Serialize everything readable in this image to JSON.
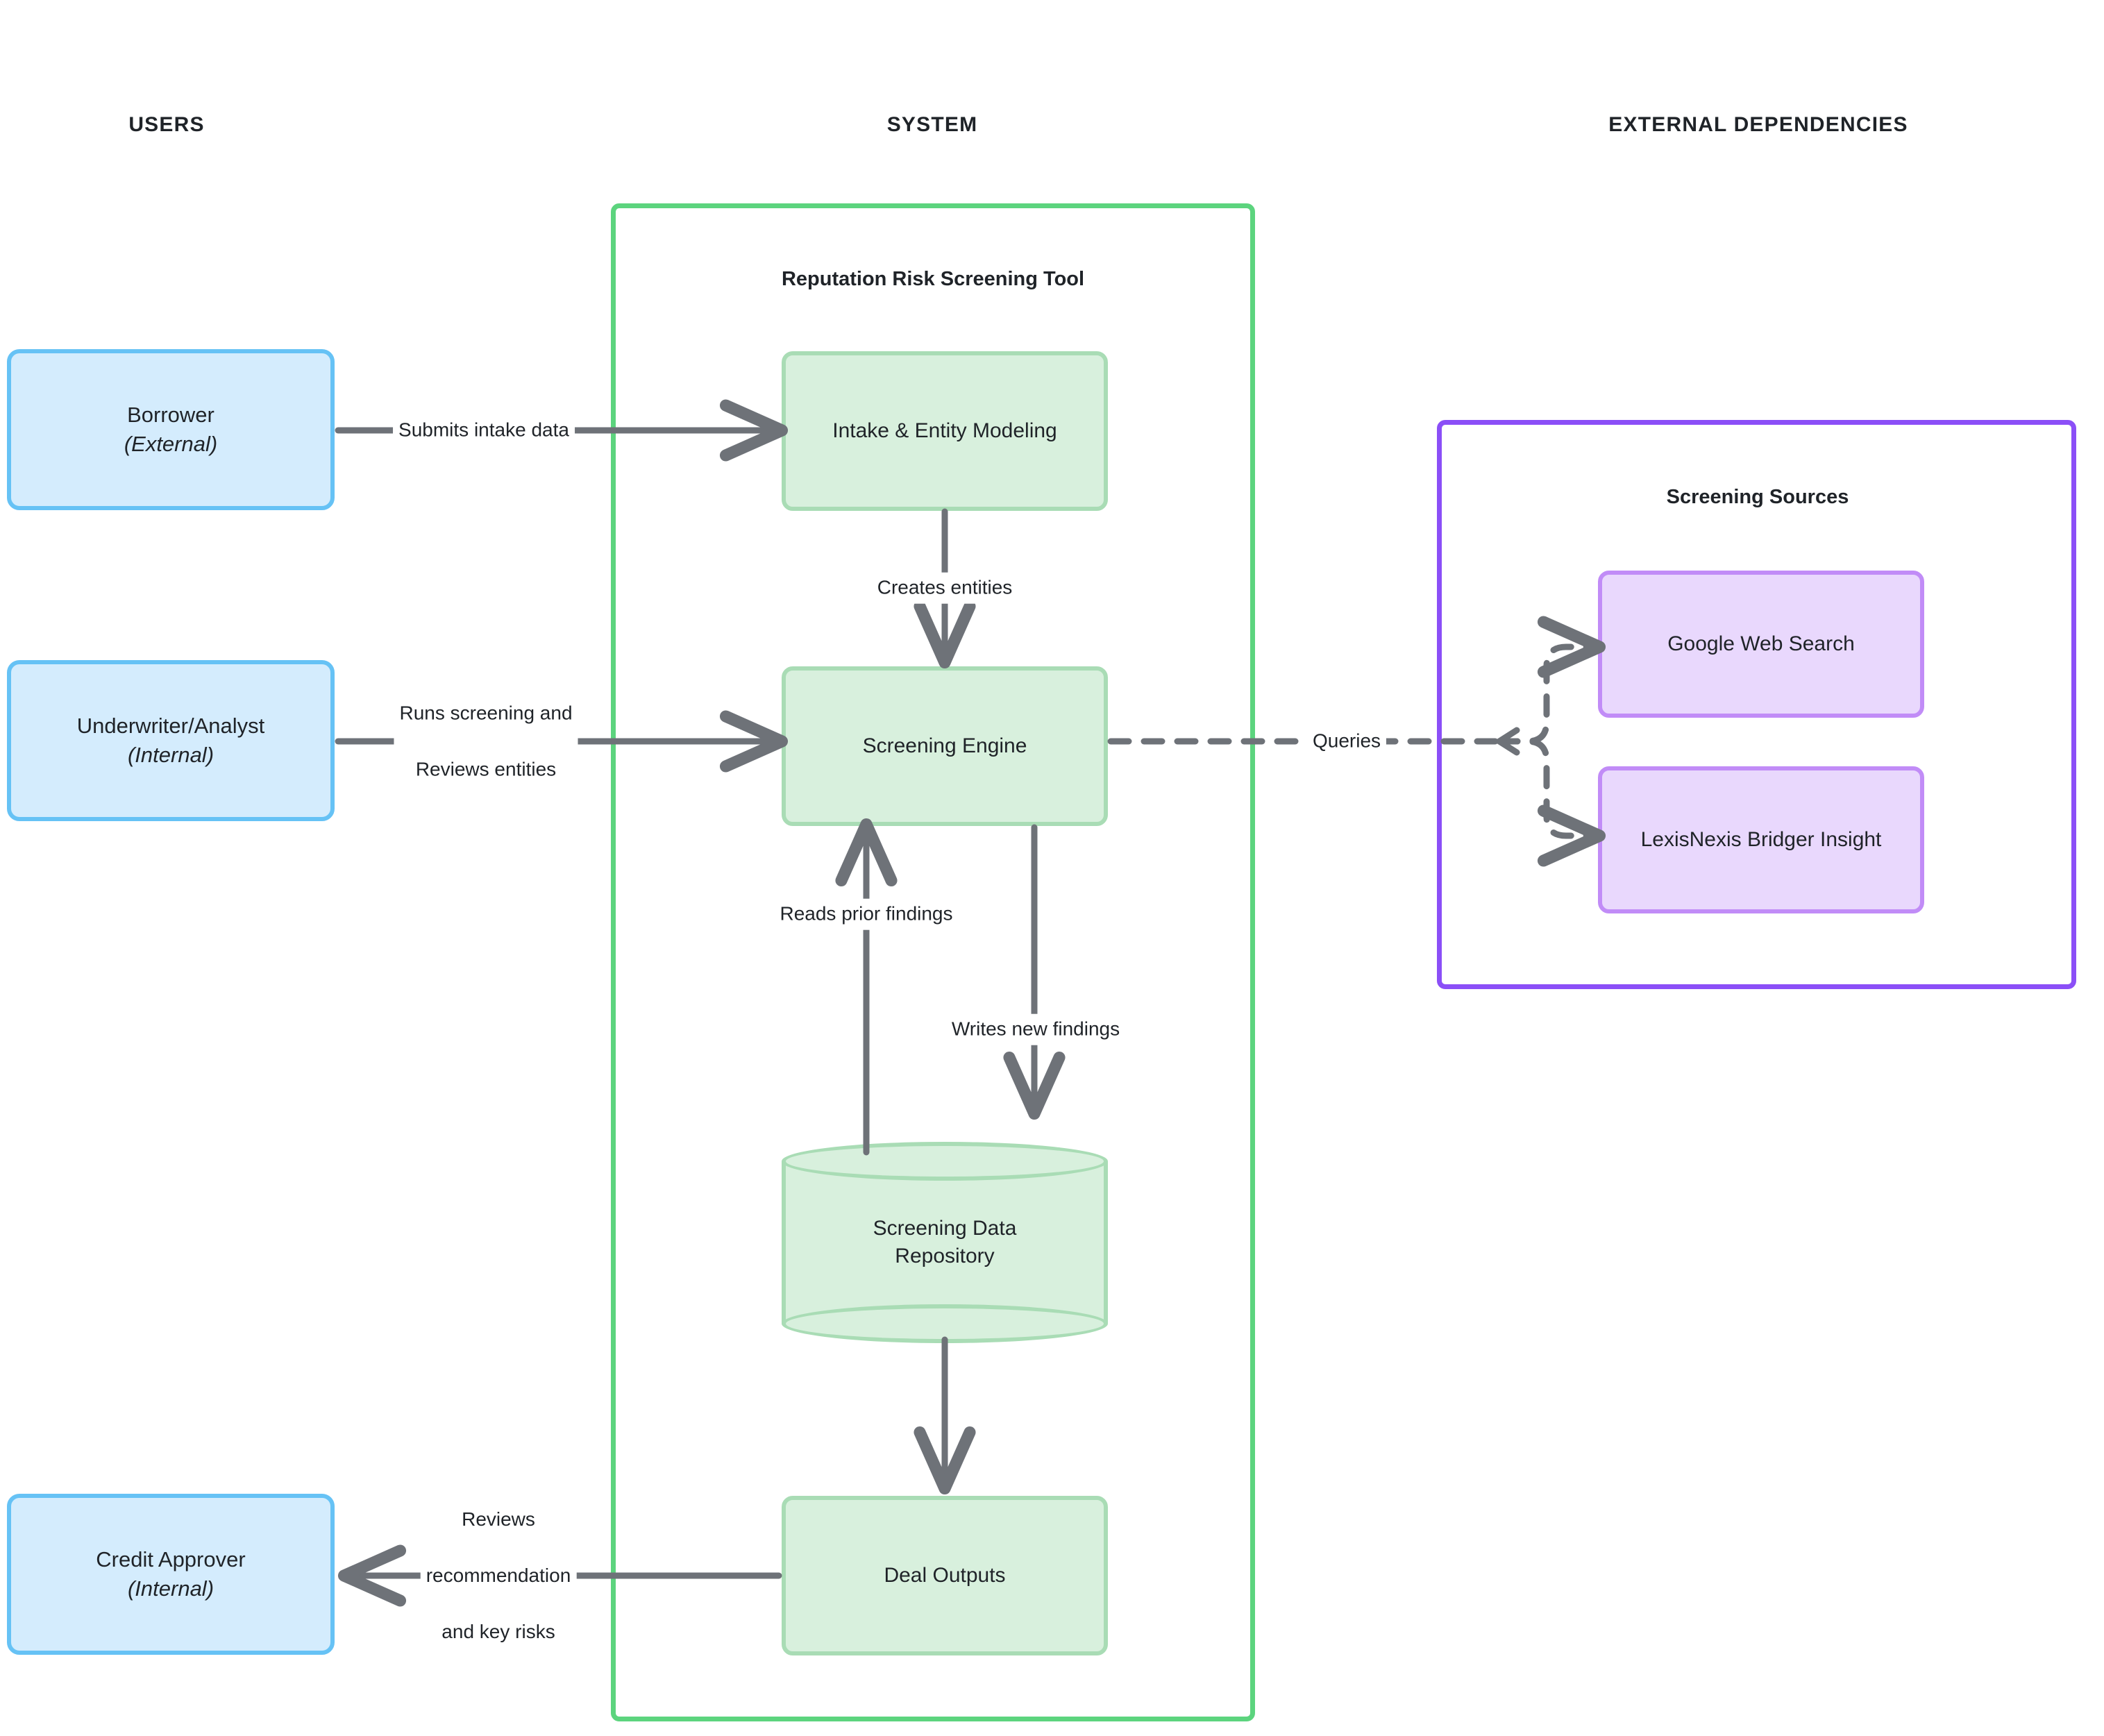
{
  "columns": [
    {
      "id": "users",
      "label": "USERS"
    },
    {
      "id": "system",
      "label": "SYSTEM"
    },
    {
      "id": "external",
      "label": "EXTERNAL DEPENDENCIES"
    }
  ],
  "actors": [
    {
      "id": "borrower",
      "name": "Borrower",
      "scope": "(External)"
    },
    {
      "id": "underwriter",
      "name": "Underwriter/Analyst",
      "scope": "(Internal)"
    },
    {
      "id": "credit-approver",
      "name": "Credit Approver",
      "scope": "(Internal)"
    }
  ],
  "system_group": {
    "title": "Reputation Risk Screening Tool",
    "border_color": "#5cd47e",
    "nodes": [
      {
        "id": "intake",
        "label": "Intake & Entity Modeling",
        "shape": "rect"
      },
      {
        "id": "screening-engine",
        "label": "Screening Engine",
        "shape": "rect"
      },
      {
        "id": "screening-data-repository",
        "label": "Screening Data\nRepository",
        "line1": "Screening Data",
        "line2": "Repository",
        "shape": "cylinder"
      },
      {
        "id": "deal-outputs",
        "label": "Deal Outputs",
        "shape": "rect"
      }
    ]
  },
  "external_group": {
    "title": "Screening Sources",
    "border_color": "#8b4ff7",
    "nodes": [
      {
        "id": "google-web-search",
        "label": "Google Web Search"
      },
      {
        "id": "lexisnexis-bridger-insight",
        "label": "LexisNexis Bridger Insight"
      }
    ]
  },
  "edges": [
    {
      "id": "submits-intake-data",
      "label": "Submits intake data",
      "from": "borrower",
      "to": "intake",
      "style": "solid"
    },
    {
      "id": "runs-screening",
      "label_line1": "Runs screening and",
      "label_line2": "Reviews entities",
      "from": "underwriter",
      "to": "screening-engine",
      "style": "solid"
    },
    {
      "id": "creates-entities",
      "label": "Creates entities",
      "from": "intake",
      "to": "screening-engine",
      "style": "solid"
    },
    {
      "id": "queries",
      "label": "Queries",
      "from": "screening-engine",
      "to": "screening-sources",
      "style": "dashed"
    },
    {
      "id": "reads-prior-findings",
      "label": "Reads prior findings",
      "from": "screening-data-repository",
      "to": "screening-engine",
      "style": "solid"
    },
    {
      "id": "writes-new-findings",
      "label": "Writes new findings",
      "from": "screening-engine",
      "to": "screening-data-repository",
      "style": "solid"
    },
    {
      "id": "repository-to-deal-outputs",
      "label": "",
      "from": "screening-data-repository",
      "to": "deal-outputs",
      "style": "solid"
    },
    {
      "id": "reviews-recommendation",
      "label_line1": "Reviews",
      "label_line2": "recommendation",
      "label_line3": "and key risks",
      "from": "deal-outputs",
      "to": "credit-approver",
      "style": "solid"
    }
  ],
  "colors": {
    "actor_fill": "#d4ecfd",
    "actor_border": "#66c2f5",
    "process_fill": "#d8f0dd",
    "process_border": "#a9dcb5",
    "external_fill": "#e9d8fd",
    "external_border": "#c18cf7",
    "system_group_border": "#5cd47e",
    "external_group_border": "#8b4ff7",
    "wire": "#6e7278",
    "text": "#1f2328"
  }
}
